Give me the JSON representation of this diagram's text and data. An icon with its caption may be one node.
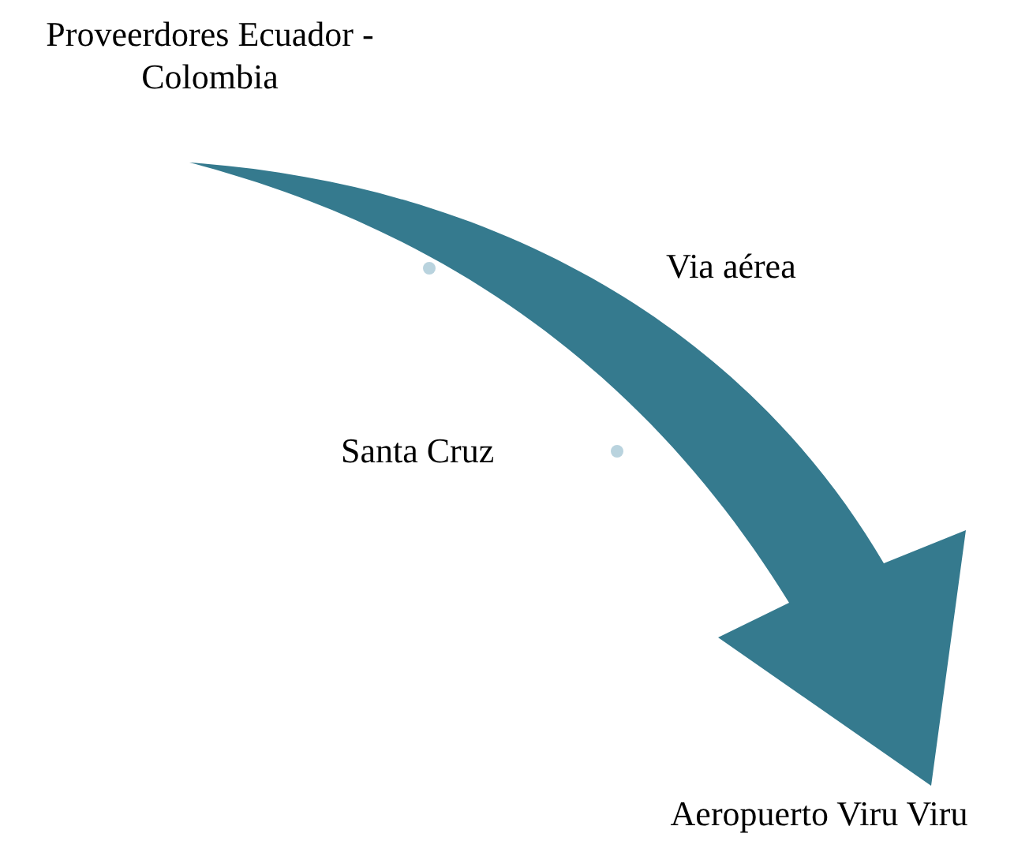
{
  "diagram": {
    "nodes": [
      {
        "text": [
          "Proveerdores Ecuador - Colombia"
        ]
      },
      {
        "text": [
          "Aeropuerto Viru Viru"
        ]
      }
    ],
    "edges": [
      {
        "from": 0,
        "to": 1,
        "arrow": "to",
        "style": "thick",
        "color": "#357a8e"
      }
    ],
    "labels": [
      "Via aérea",
      "Santa Cruz"
    ]
  }
}
